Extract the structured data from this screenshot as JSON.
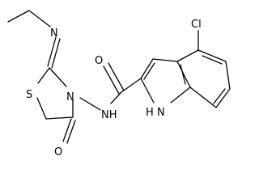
{
  "molecule": {
    "atom_labels": {
      "chlorine": "Cl",
      "amide_oxygen": "O",
      "amide_nh": "NH",
      "indole_nh": "H",
      "indole_n": "N",
      "ring_sulfur": "S",
      "ring_nitrogen": "N",
      "imine_nitrogen": "N",
      "ring_oxygen": "O"
    },
    "line_color": "#000000",
    "background": "#ffffff"
  }
}
